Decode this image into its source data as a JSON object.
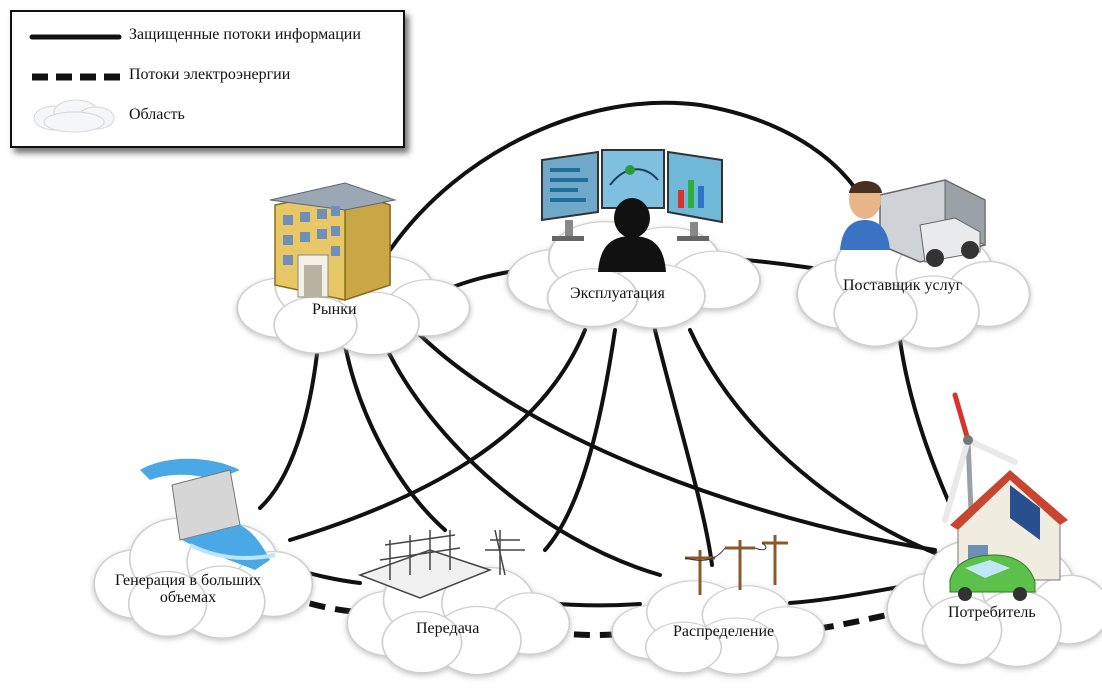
{
  "legend": {
    "solid_label": "Защищенные потоки информации",
    "dashed_label": "Потоки электроэнергии",
    "cloud_label": "Область"
  },
  "nodes": {
    "markets": "Рынки",
    "operations": "Эксплуатация",
    "service_provider": "Поставщик услуг",
    "bulk_generation_line1": "Генерация в больших",
    "bulk_generation_line2": "объемах",
    "transmission": "Передача",
    "distribution": "Распределение",
    "customer": "Потребитель"
  },
  "colors": {
    "line": "#111111",
    "cloud_fill": "#ffffff",
    "cloud_edge": "#c8c8c8",
    "water": "#4aa8e6",
    "building": "#e8c766",
    "car": "#5cc14a",
    "roof": "#c8452f"
  }
}
